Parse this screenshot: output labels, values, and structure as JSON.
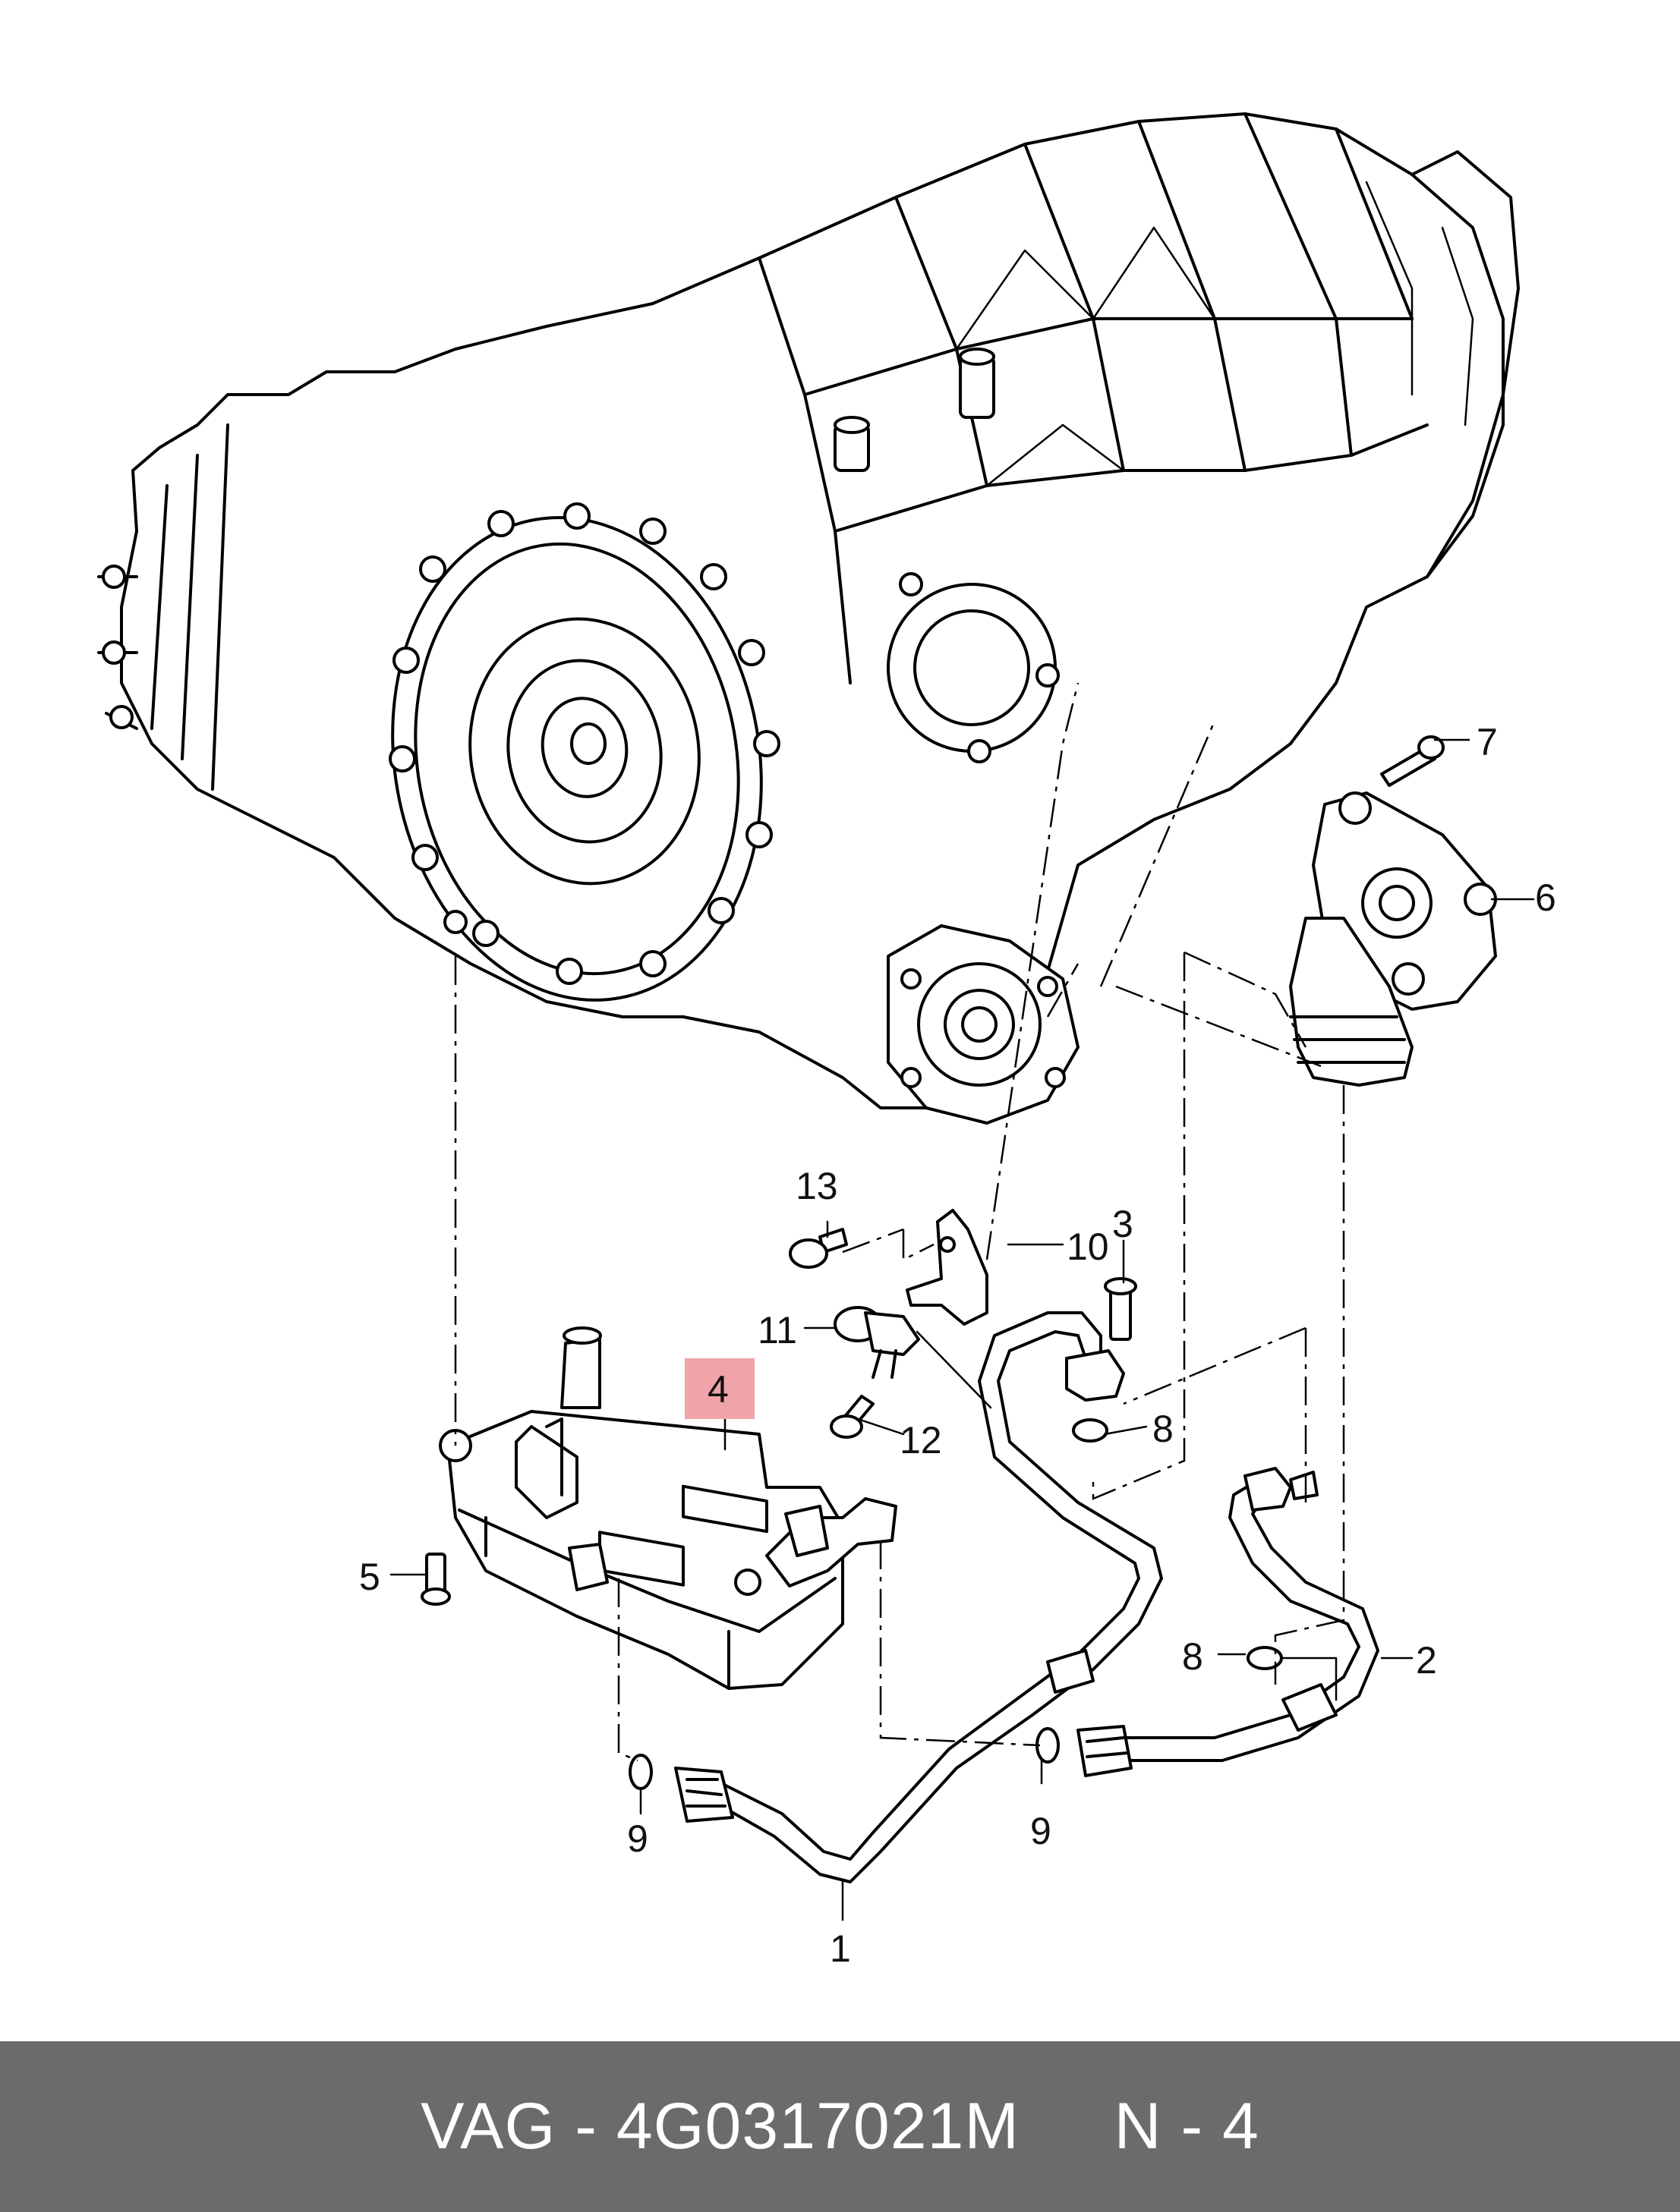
{
  "callouts": {
    "c1": "1",
    "c2": "2",
    "c3": "3",
    "c4": "4",
    "c5": "5",
    "c6": "6",
    "c7": "7",
    "c8a": "8",
    "c8b": "8",
    "c9a": "9",
    "c9b": "9",
    "c10": "10",
    "c11": "11",
    "c12": "12",
    "c13": "13"
  },
  "highlight_color": "#f0a3a8",
  "footer": {
    "text": "VAG - 4G0317021M     N - 4",
    "background": "#6b6b6b"
  }
}
